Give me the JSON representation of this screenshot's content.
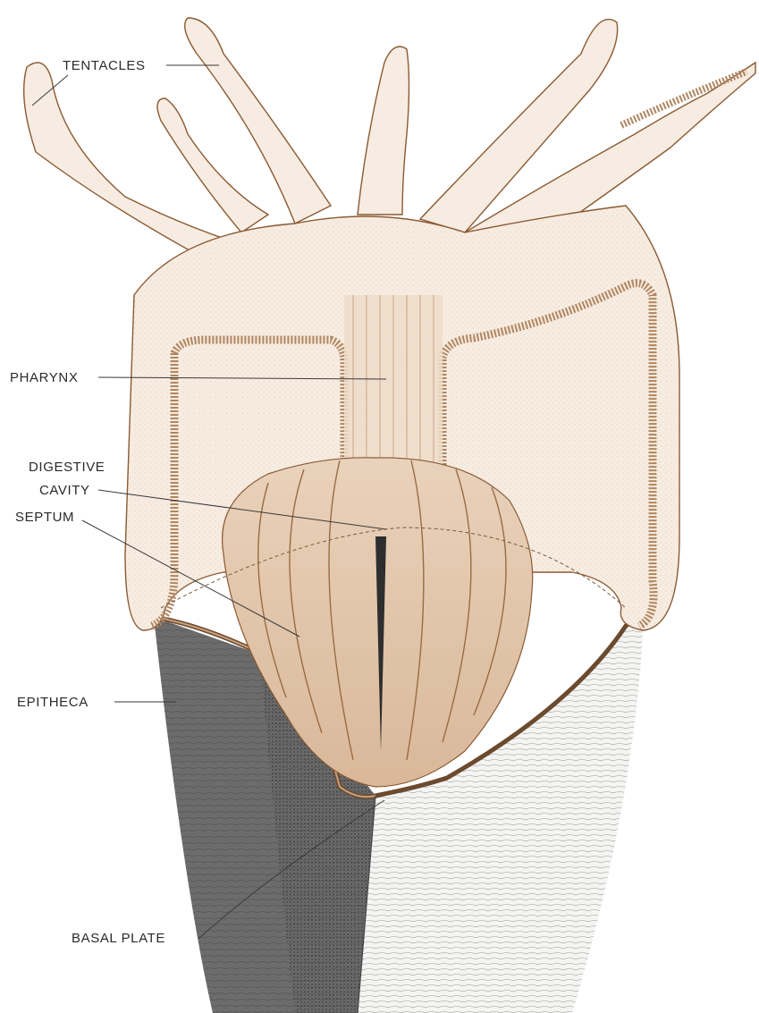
{
  "labels": {
    "tentacles": "TENTACLES",
    "pharynx": "PHARYNX",
    "digestive_line1": "DIGESTIVE",
    "digestive_line2": "CAVITY",
    "septum": "SEPTUM",
    "epitheca": "EPITHECA",
    "basal_plate": "BASAL PLATE"
  },
  "colors": {
    "body_tint": "#f7ece1",
    "stipple": "#a8794f",
    "outline": "#8a5a33",
    "cavity": "#e7cdb3",
    "skeleton_dark": "#3c3c3c",
    "skeleton_light": "#f4f4f2",
    "label_text": "#2a2a2a"
  }
}
